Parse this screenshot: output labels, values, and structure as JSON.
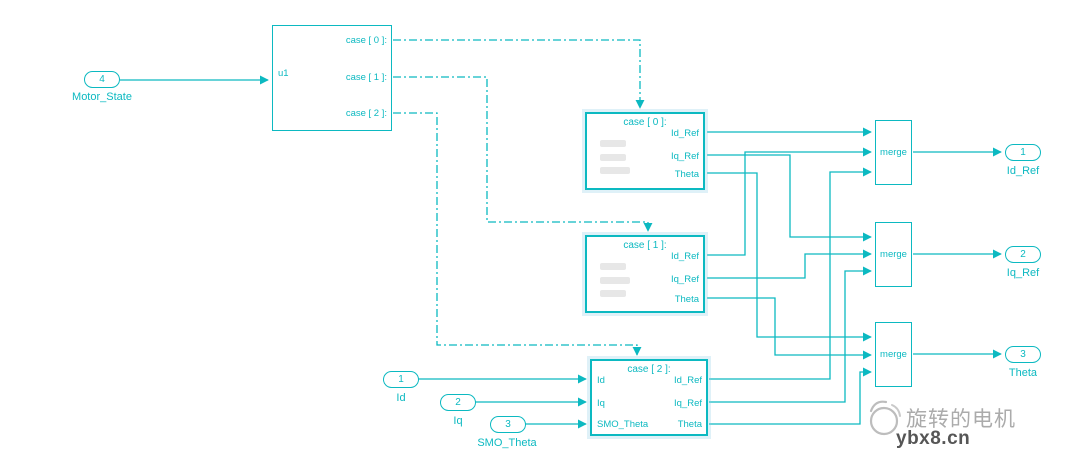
{
  "colors": {
    "accent": "#0cb9c1",
    "watermark_gray": "#ababab",
    "watermark_dark": "#565656"
  },
  "switch_block": {
    "input_label": "u1",
    "case_labels": [
      "case [ 0 ]:",
      "case [ 1 ]:",
      "case [ 2 ]:"
    ]
  },
  "inports": [
    {
      "number": "4",
      "label": "Motor_State"
    },
    {
      "number": "1",
      "label": "Id"
    },
    {
      "number": "2",
      "label": "Iq"
    },
    {
      "number": "3",
      "label": "SMO_Theta"
    }
  ],
  "case_blocks": [
    {
      "title": "case [ 0 ]:",
      "inputs": [],
      "outputs": [
        "Id_Ref",
        "Iq_Ref",
        "Theta"
      ]
    },
    {
      "title": "case [ 1 ]:",
      "inputs": [],
      "outputs": [
        "Id_Ref",
        "Iq_Ref",
        "Theta"
      ]
    },
    {
      "title": "case [ 2 ]:",
      "inputs": [
        "Id",
        "Iq",
        "SMO_Theta"
      ],
      "outputs": [
        "Id_Ref",
        "Iq_Ref",
        "Theta"
      ]
    }
  ],
  "merge_blocks": [
    {
      "label": "merge"
    },
    {
      "label": "merge"
    },
    {
      "label": "merge"
    }
  ],
  "outports": [
    {
      "number": "1",
      "label": "Id_Ref"
    },
    {
      "number": "2",
      "label": "Iq_Ref"
    },
    {
      "number": "3",
      "label": "Theta"
    }
  ],
  "watermark": {
    "brand": "旋转的电机",
    "site": "ybx8.cn"
  }
}
